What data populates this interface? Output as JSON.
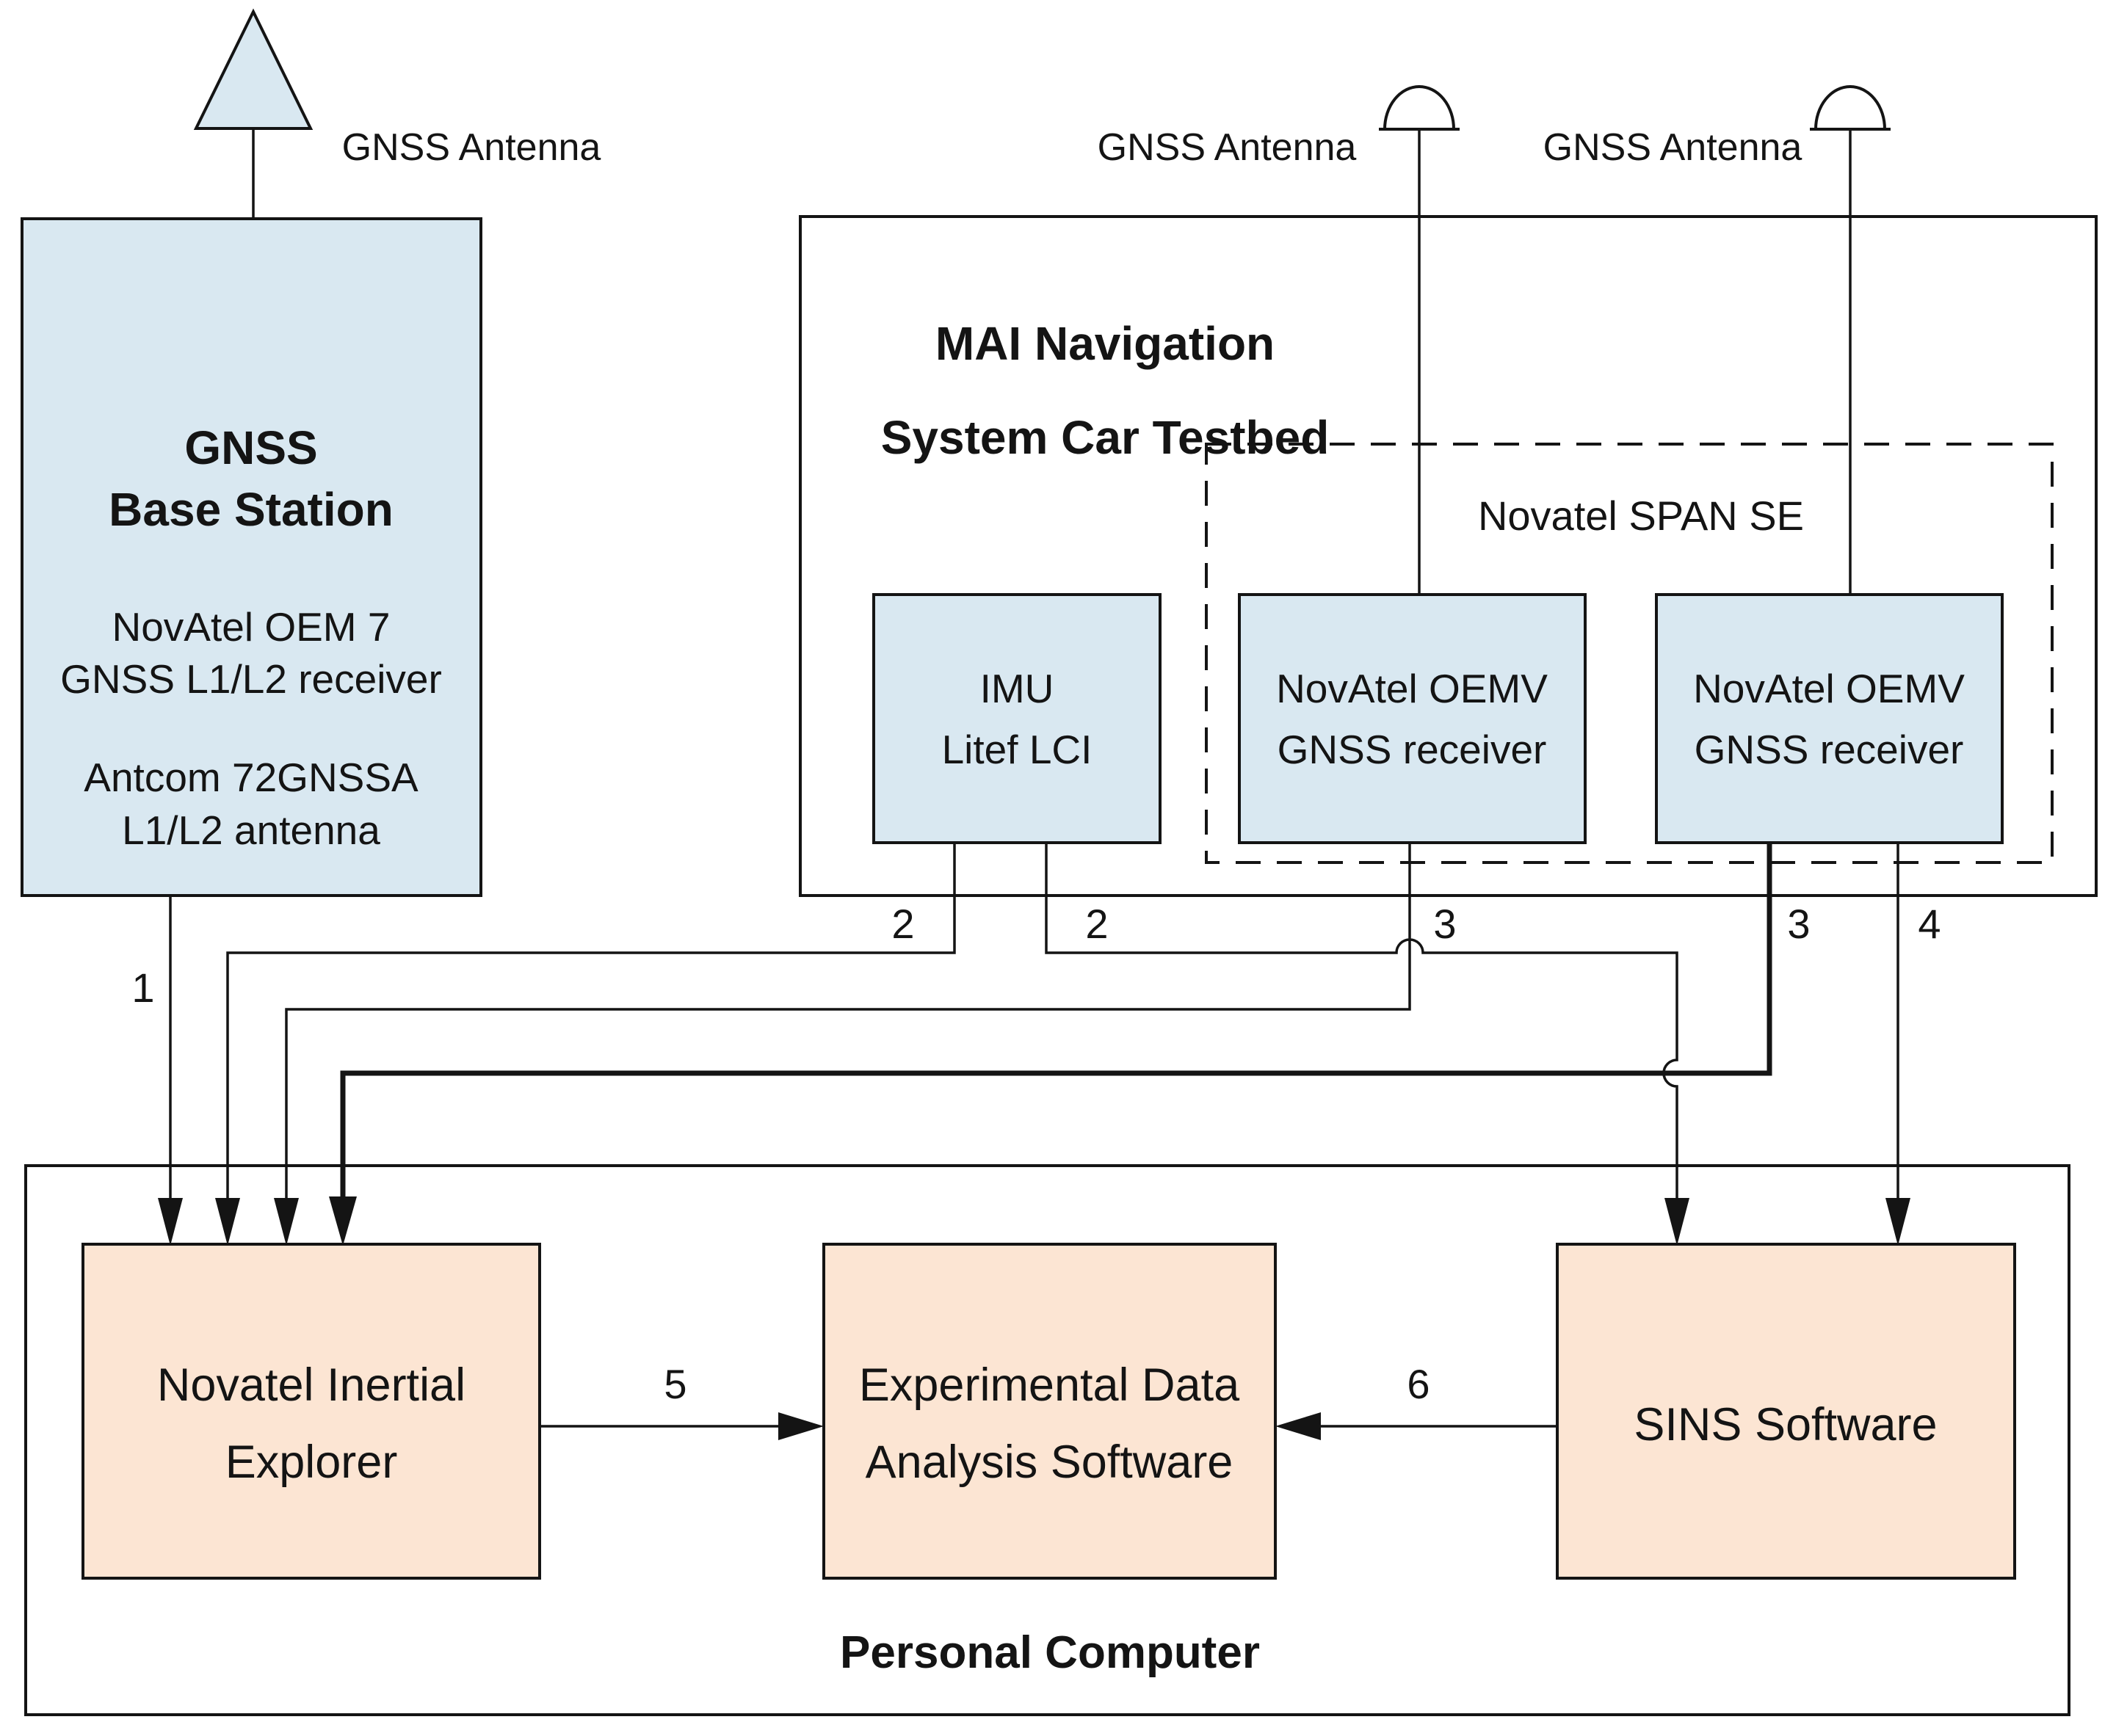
{
  "colors": {
    "background": "#ffffff",
    "line": "#141414",
    "light_blue_box": "#d9e8f1",
    "peach_box": "#fce5d3"
  },
  "gnss_base_station": {
    "antenna_label": "GNSS Antenna",
    "title_line1": "GNSS",
    "title_line2": "Base Station",
    "receiver_line1": "NovAtel OEM 7",
    "receiver_line2": "GNSS L1/L2 receiver",
    "antenna_line1": "Antcom 72GNSSA",
    "antenna_line2": "L1/L2 antenna"
  },
  "car_testbed": {
    "title_line1": "MAI Navigation",
    "title_line2": "System Car Testbed",
    "antenna1_label": "GNSS Antenna",
    "antenna2_label": "GNSS Antenna",
    "imu": {
      "line1": "IMU",
      "line2": "Litef LCI"
    },
    "span_se": {
      "label": "Novatel SPAN SE",
      "receiver1_line1": "NovAtel OEMV",
      "receiver1_line2": "GNSS receiver",
      "receiver2_line1": "NovAtel OEMV",
      "receiver2_line2": "GNSS receiver"
    }
  },
  "personal_computer": {
    "label": "Personal Computer",
    "inertial_explorer_line1": "Novatel Inertial",
    "inertial_explorer_line2": "Explorer",
    "analysis_line1": "Experimental Data",
    "analysis_line2": "Analysis Software",
    "sins_label": "SINS Software"
  },
  "connections": {
    "c1": "1",
    "c2_imu_a": "2",
    "c2_imu_b": "2",
    "c3_receiver1": "3",
    "c3_receiver2": "3",
    "c4": "4",
    "c5": "5",
    "c6": "6"
  }
}
